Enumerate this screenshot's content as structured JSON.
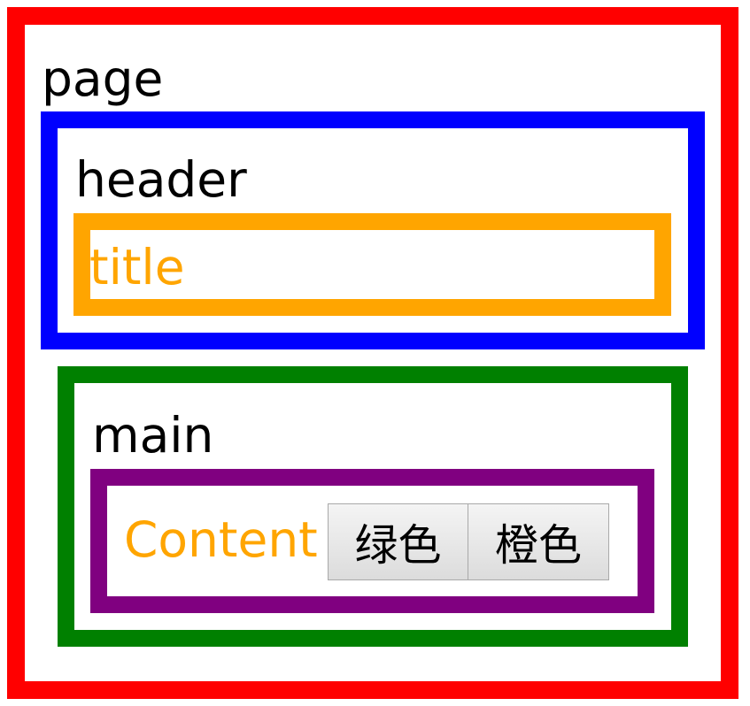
{
  "labels": {
    "page": "page",
    "header": "header",
    "title": "title",
    "main": "main",
    "content": "Content"
  },
  "buttons": {
    "green": "绿色",
    "orange": "橙色"
  },
  "colors": {
    "page": "#ff0000",
    "header": "#0000ff",
    "title": "#ffa500",
    "main": "#008000",
    "content": "#800080"
  }
}
